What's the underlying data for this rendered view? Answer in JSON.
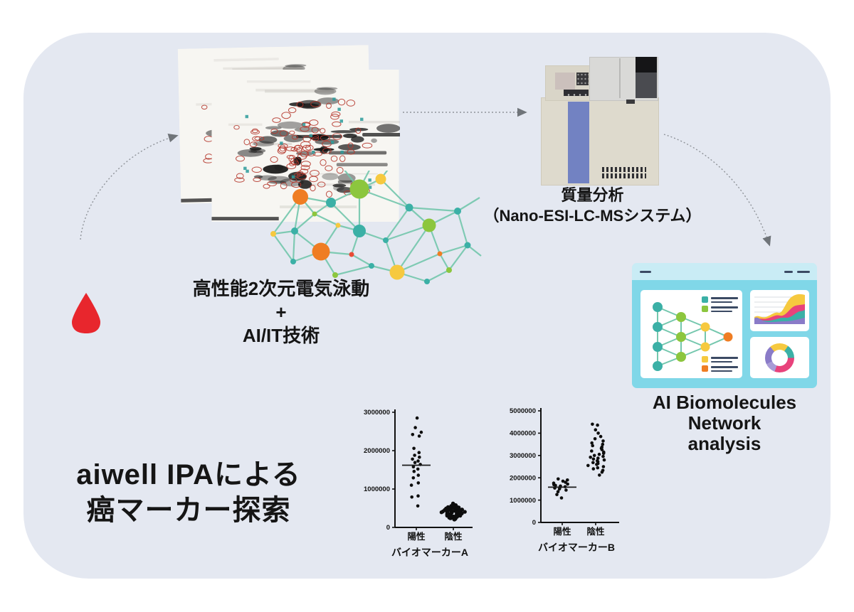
{
  "title": {
    "line1": "aiwell IPAによる",
    "line2": "癌マーカー探索"
  },
  "electrophoresis": {
    "label_line1": "高性能2次元電気泳動",
    "label_line2": "+",
    "label_line3": "AI/IT技術"
  },
  "mass_spec": {
    "label_line1": "質量分析",
    "label_line2": "（Nano-ESI-LC-MSシステム）"
  },
  "ai_screen": {
    "caption_lines": [
      "AI Biomolecules",
      "Network",
      "analysis"
    ]
  },
  "icons": {
    "blood_drop": "red droplet",
    "flow_arrows": "dashed gray arrows",
    "gel_images": "2D electrophoresis gel scans with detected spots",
    "network_overlay": "biomolecule network graph",
    "analysis_window": "dashboard window with network, area chart and donut chart"
  },
  "palette": {
    "panel": "#e4e8f1",
    "blood": "#e8262d",
    "teal": "#3bb0a6",
    "green": "#8cc63e",
    "yellow": "#f6c93f",
    "orange": "#ef7d23",
    "red": "#e84b35",
    "edge": "#74c7ad",
    "pink": "#e8427b",
    "purple": "#8a7bc8",
    "lavender": "#a89bd6",
    "browser_header": "#c9ecf5",
    "browser_body": "#80d7e8",
    "arrow": "#8f9399",
    "gel_spot_red": "#b5382d",
    "ink": "#111111"
  },
  "chart_data": [
    {
      "type": "scatter",
      "title": "バイオマーカーA",
      "categories": [
        "陽性",
        "陰性"
      ],
      "ylim": [
        0,
        3000000
      ],
      "yticks": [
        0,
        1000000,
        2000000,
        3000000
      ],
      "legend_position": "none",
      "grid": false,
      "series": [
        {
          "name": "陽性",
          "cluster": "column",
          "mean": 1620000,
          "values": [
            2850000,
            2600000,
            2480000,
            2420000,
            2380000,
            2060000,
            1950000,
            1880000,
            1830000,
            1780000,
            1730000,
            1690000,
            1640000,
            1580000,
            1520000,
            1460000,
            1360000,
            1290000,
            1160000,
            1100000,
            820000,
            790000,
            560000
          ]
        },
        {
          "name": "陰性",
          "cluster": "diamond",
          "mean": null,
          "values": [
            620000,
            580000,
            560000,
            545000,
            530000,
            520000,
            505000,
            495000,
            485000,
            475000,
            465000,
            455000,
            445000,
            435000,
            425000,
            415000,
            405000,
            395000,
            385000,
            375000,
            365000,
            355000,
            345000,
            335000,
            325000,
            315000,
            305000,
            295000,
            285000,
            275000,
            265000,
            255000,
            240000,
            225000,
            205000
          ]
        }
      ]
    },
    {
      "type": "scatter",
      "title": "バイオマーカーB",
      "categories": [
        "陽性",
        "陰性"
      ],
      "ylim": [
        0,
        5000000
      ],
      "yticks": [
        0,
        1000000,
        2000000,
        3000000,
        4000000,
        5000000
      ],
      "legend_position": "none",
      "grid": false,
      "series": [
        {
          "name": "陽性",
          "cluster": "blob",
          "mean": 1580000,
          "values": [
            1950000,
            1900000,
            1850000,
            1800000,
            1760000,
            1720000,
            1690000,
            1660000,
            1630000,
            1600000,
            1570000,
            1540000,
            1500000,
            1450000,
            1380000,
            1250000,
            1100000
          ]
        },
        {
          "name": "陰性",
          "cluster": "blob",
          "mean": null,
          "values": [
            4400000,
            4360000,
            4150000,
            4000000,
            3850000,
            3750000,
            3650000,
            3560000,
            3500000,
            3440000,
            3380000,
            3320000,
            3260000,
            3200000,
            3150000,
            3100000,
            3050000,
            3000000,
            2960000,
            2920000,
            2880000,
            2840000,
            2800000,
            2760000,
            2720000,
            2680000,
            2640000,
            2600000,
            2550000,
            2500000,
            2450000,
            2400000,
            2330000,
            2250000,
            2120000
          ]
        }
      ]
    }
  ]
}
